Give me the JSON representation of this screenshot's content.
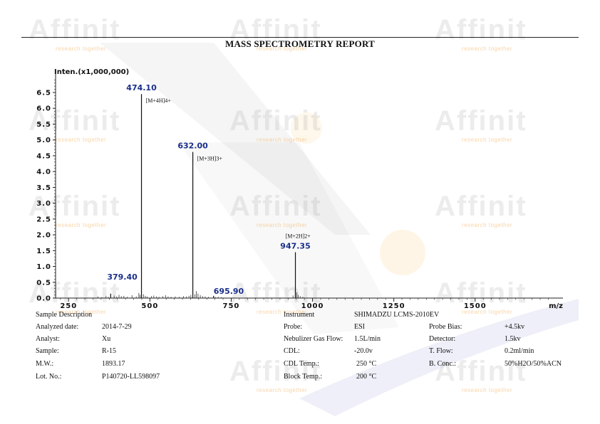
{
  "report_title": "MASS SPECTROMETRY REPORT",
  "watermark": {
    "brand": "Affinit",
    "tagline": "research together"
  },
  "chart_data": {
    "type": "bar",
    "title": "",
    "ylabel": "Inten.(x1,000,000)",
    "xlabel": "m/z",
    "xlim": [
      210,
      1770
    ],
    "ylim": [
      0,
      6.95
    ],
    "x_ticks": [
      250,
      500,
      750,
      1000,
      1250,
      1500
    ],
    "y_ticks": [
      0.0,
      0.5,
      1.0,
      1.5,
      2.0,
      2.5,
      3.0,
      3.5,
      4.0,
      4.5,
      5.0,
      5.5,
      6.0,
      6.5
    ],
    "grid": false,
    "peaks": [
      {
        "mz": 379.4,
        "intensity": 0.14,
        "label": "379.40",
        "annotation": ""
      },
      {
        "mz": 474.1,
        "intensity": 6.45,
        "label": "474.10",
        "annotation": "[M+4H]4+"
      },
      {
        "mz": 632.0,
        "intensity": 4.62,
        "label": "632.00",
        "annotation": "[M+3H]3+"
      },
      {
        "mz": 695.9,
        "intensity": 0.07,
        "label": "695.90",
        "annotation": ""
      },
      {
        "mz": 947.35,
        "intensity": 1.45,
        "label": "947.35",
        "annotation": "[M+2H]2+"
      }
    ],
    "noise": [
      [
        340,
        0.05
      ],
      [
        352,
        0.03
      ],
      [
        365,
        0.06
      ],
      [
        372,
        0.04
      ],
      [
        390,
        0.08
      ],
      [
        398,
        0.05
      ],
      [
        405,
        0.1
      ],
      [
        412,
        0.06
      ],
      [
        420,
        0.07
      ],
      [
        430,
        0.04
      ],
      [
        445,
        0.09
      ],
      [
        458,
        0.05
      ],
      [
        466,
        0.16
      ],
      [
        470,
        0.1
      ],
      [
        480,
        0.12
      ],
      [
        486,
        0.07
      ],
      [
        492,
        0.05
      ],
      [
        505,
        0.06
      ],
      [
        512,
        0.08
      ],
      [
        520,
        0.05
      ],
      [
        528,
        0.04
      ],
      [
        540,
        0.06
      ],
      [
        548,
        0.09
      ],
      [
        556,
        0.05
      ],
      [
        565,
        0.04
      ],
      [
        578,
        0.05
      ],
      [
        590,
        0.04
      ],
      [
        603,
        0.06
      ],
      [
        612,
        0.05
      ],
      [
        620,
        0.07
      ],
      [
        626,
        0.1
      ],
      [
        638,
        0.12
      ],
      [
        643,
        0.22
      ],
      [
        648,
        0.14
      ],
      [
        655,
        0.09
      ],
      [
        662,
        0.06
      ],
      [
        670,
        0.05
      ],
      [
        680,
        0.04
      ],
      [
        702,
        0.03
      ],
      [
        710,
        0.04
      ],
      [
        720,
        0.03
      ],
      [
        940,
        0.08
      ],
      [
        952,
        0.18
      ],
      [
        956,
        0.1
      ],
      [
        962,
        0.06
      ],
      [
        970,
        0.04
      ]
    ]
  },
  "details": {
    "sample_description_label": "Sample Description",
    "analyzed_date_label": "Analyzed date:",
    "analyzed_date": "2014-7-29",
    "analyst_label": "Analyst:",
    "analyst": "Xu",
    "sample_label": "Sample:",
    "sample": "R-15",
    "mw_label": "M.W.:",
    "mw": "1893.17",
    "lot_label": "Lot. No.:",
    "lot": "P140720-LL598097",
    "instrument_label": "Instrument",
    "instrument": "SHIMADZU LCMS-2010EV",
    "probe_label": "Probe:",
    "probe": "ESI",
    "nebulizer_label": "Nebulizer Gas Flow:",
    "nebulizer": "1.5L/min",
    "cdl_label": "CDL:",
    "cdl": "-20.0v",
    "cdl_temp_label": "CDL Temp.:",
    "cdl_temp": "250 °C",
    "block_temp_label": "Block Temp.:",
    "block_temp": "200 °C",
    "probe_bias_label": "Probe Bias:",
    "probe_bias": "+4.5kv",
    "detector_label": "Detector:",
    "detector": "1.5kv",
    "t_flow_label": "T. Flow:",
    "t_flow": "0.2ml/min",
    "b_conc_label": "B. Conc.:",
    "b_conc": "50%H2O/50%ACN"
  },
  "colors": {
    "peak_label": "#1a2f8a",
    "axis": "#222222",
    "watermark_gray": "#aaaaaa",
    "watermark_orange": "#f5af3c",
    "watermark_blue": "#5566bb"
  }
}
